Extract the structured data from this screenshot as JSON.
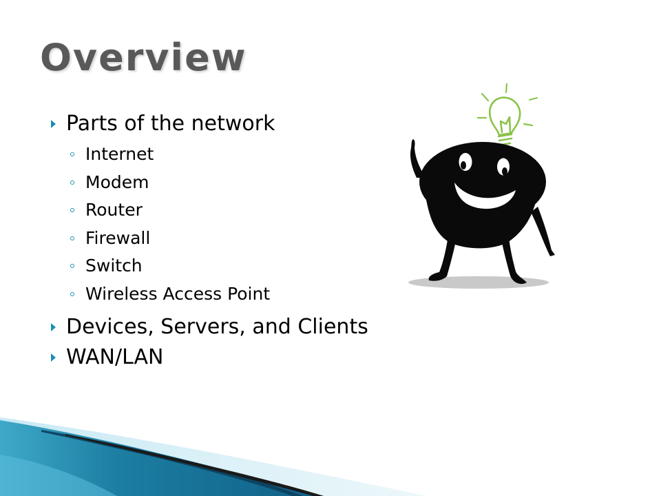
{
  "slide": {
    "title": "Overview",
    "bullets": [
      {
        "text": "Parts of the network",
        "children": [
          "Internet",
          "Modem",
          "Router",
          "Firewall",
          "Switch",
          "Wireless Access Point"
        ]
      },
      {
        "text": "Devices, Servers, and Clients",
        "children": []
      },
      {
        "text": "WAN/LAN",
        "children": []
      }
    ]
  },
  "theme": {
    "accent": "#1e8fae",
    "title_color": "#595959",
    "bulb_color": "#8bc34a"
  },
  "icons": {
    "level1_bullet": "triangle-right-icon",
    "level2_bullet": "ring-icon",
    "illustration": "lightbulb-character"
  }
}
